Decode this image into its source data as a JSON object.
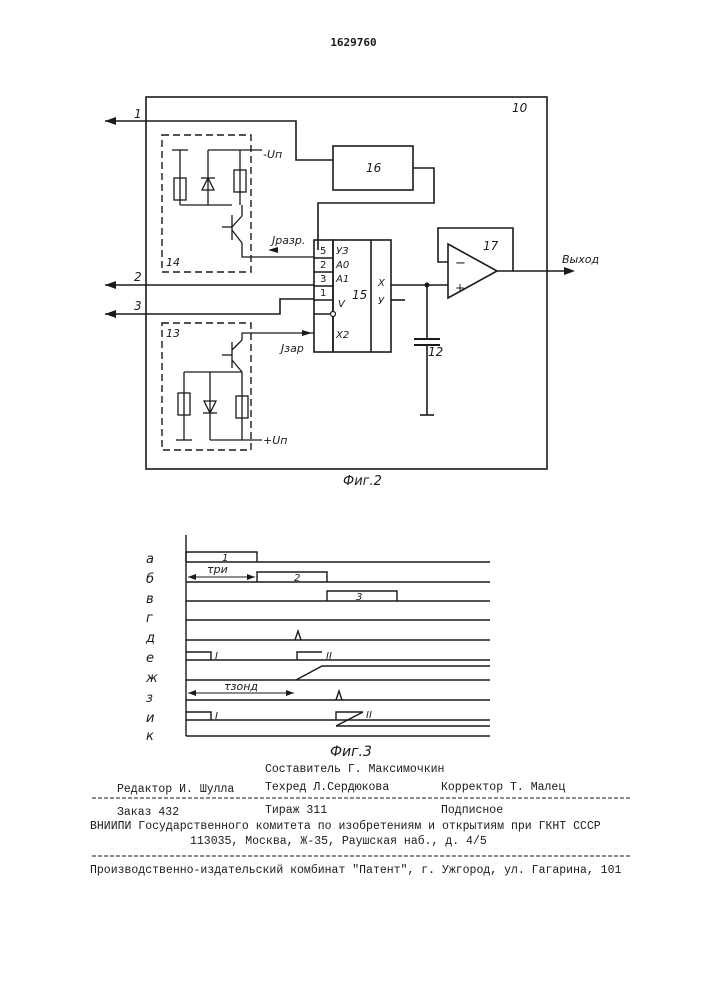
{
  "header": {
    "patent_number": "1629760"
  },
  "fig2": {
    "caption": "Фиг.2",
    "block_labels": {
      "main": "10",
      "b16": "16",
      "b17": "17",
      "b15": "15",
      "b14": "14",
      "b13": "13",
      "c12": "12"
    },
    "inputs": [
      "1",
      "2",
      "3"
    ],
    "output_label": "Выход",
    "supply_top": "-Uп",
    "supply_bottom": "+Uп",
    "current_top": "Jразр.",
    "current_bottom": "Jзар",
    "pins_left": [
      {
        "num": "5",
        "name": "УЗ"
      },
      {
        "num": "2",
        "name": "А0"
      },
      {
        "num": "3",
        "name": "А1"
      },
      {
        "num": "1",
        "name": "V"
      },
      {
        "num": "",
        "name": "Х2"
      }
    ],
    "pins_right": [
      "Х",
      "У"
    ],
    "opamp_minus": "−",
    "opamp_plus": "+"
  },
  "fig3": {
    "caption": "Фиг.3",
    "row_labels": [
      "а",
      "б",
      "в",
      "г",
      "д",
      "е",
      "ж",
      "з",
      "и",
      "к"
    ],
    "pulse_labels": [
      "1",
      "2",
      "3"
    ],
    "roman_labels": [
      "I",
      "II",
      "I",
      "II"
    ],
    "tau1": "τри",
    "tau2": "τзонд"
  },
  "footer": {
    "compiler": "Составитель Г. Максимочкин",
    "editor": "Редактор И. Шулла",
    "techred": "Техред Л.Сердюкова",
    "corrector": "Корректор Т. Малец",
    "order": "Заказ 432",
    "circulation": "Тираж 311",
    "subscription": "Подписное",
    "org": "ВНИИПИ Государственного комитета по изобретениям и открытиям при ГКНТ СССР",
    "address": "113035, Москва, Ж-35, Раушская наб., д. 4/5",
    "printer": "Производственно-издательский комбинат \"Патент\", г. Ужгород, ул. Гагарина, 101"
  }
}
